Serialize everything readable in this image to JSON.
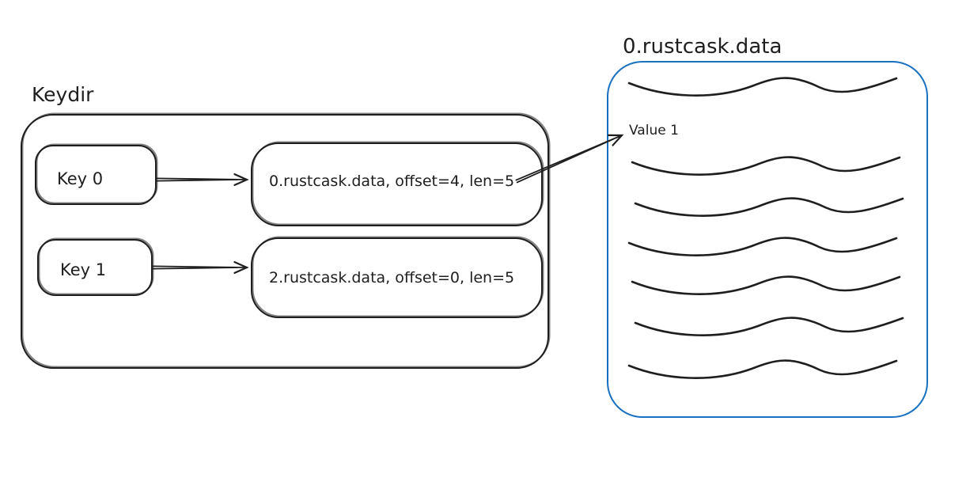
{
  "keydir": {
    "title": "Keydir",
    "keys": [
      {
        "label": "Key 0"
      },
      {
        "label": "Key 1"
      }
    ],
    "records": [
      {
        "label": "0.rustcask.data, offset=4, len=5"
      },
      {
        "label": "2.rustcask.data, offset=0, len=5"
      }
    ]
  },
  "datafile": {
    "title": "0.rustcask.data",
    "value_label": "Value 1",
    "squiggle_count": 7
  },
  "colors": {
    "stroke": "#1e1e1e",
    "datafile_border": "#1971c2"
  }
}
